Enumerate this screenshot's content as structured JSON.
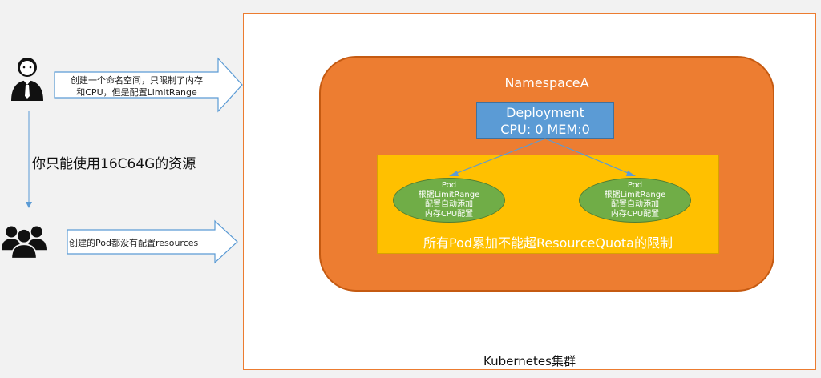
{
  "colors": {
    "cluster_border": "#ec7c30",
    "namespace_fill": "#ed7d31",
    "deployment_fill": "#5b9bd5",
    "quota_fill": "#ffc000",
    "pod_fill": "#70ad47",
    "arrow_blue": "#5b9bd5"
  },
  "admin_callout": {
    "line1": "创建一个命名空间，只限制了内存",
    "line2": "和CPU，但是配置LimitRange"
  },
  "side_note": "你只能使用16C64G的资源",
  "users_callout": "创建的Pod都没有配置resources",
  "namespace": {
    "title": "NamespaceA",
    "deployment": {
      "line1": "Deployment",
      "line2": "CPU: 0 MEM:0"
    },
    "quota_text": "所有Pod累加不能超ResourceQuota的限制",
    "pods": [
      {
        "line1": "Pod",
        "line2": "根据LimitRange",
        "line3": "配置自动添加",
        "line4": "内存CPU配置"
      },
      {
        "line1": "Pod",
        "line2": "根据LimitRange",
        "line3": "配置自动添加",
        "line4": "内存CPU配置"
      }
    ]
  },
  "cluster_label": "Kubernetes集群",
  "icons": {
    "admin": "person-with-tie-icon",
    "users": "user-group-icon"
  }
}
